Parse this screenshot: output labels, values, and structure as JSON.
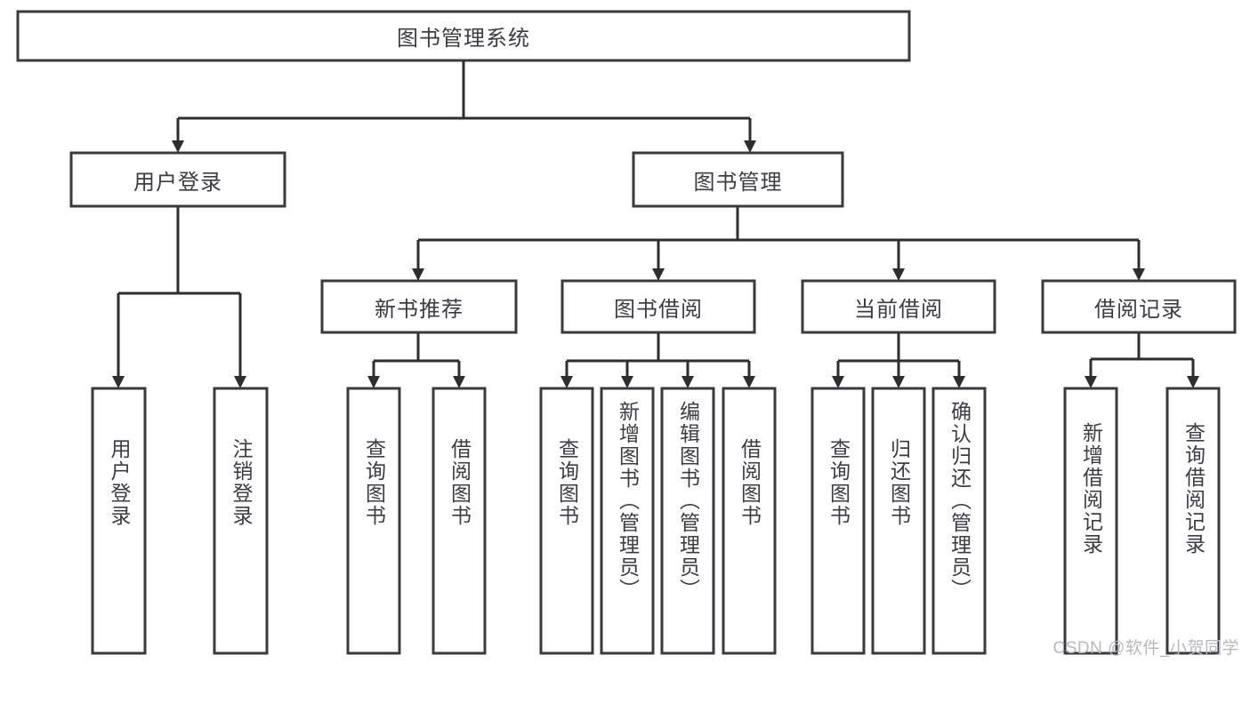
{
  "diagram": {
    "type": "tree",
    "title": "图书管理系统",
    "watermark": "CSDN @软件_小贺同学",
    "colors": {
      "box_border": "#3a3a3e",
      "box_fill": "#ffffff",
      "connector": "#2e2e31",
      "text": "#3c3c44",
      "watermark": "#b9b9bd",
      "background": "#ffffff"
    },
    "levels": [
      {
        "index": 0,
        "orientation": "horizontal"
      },
      {
        "index": 1,
        "orientation": "horizontal"
      },
      {
        "index": 2,
        "orientation": "horizontal"
      },
      {
        "index": 3,
        "orientation": "vertical"
      }
    ],
    "nodes": {
      "root": {
        "id": "root",
        "label": "图书管理系统",
        "level": 0,
        "orientation": "horizontal"
      },
      "user_login": {
        "id": "user_login",
        "label": "用户登录",
        "level": 1,
        "orientation": "horizontal"
      },
      "book_manage": {
        "id": "book_manage",
        "label": "图书管理",
        "level": 1,
        "orientation": "horizontal"
      },
      "new_book_rec": {
        "id": "new_book_rec",
        "label": "新书推荐",
        "level": 2,
        "orientation": "horizontal"
      },
      "book_borrow": {
        "id": "book_borrow",
        "label": "图书借阅",
        "level": 2,
        "orientation": "horizontal"
      },
      "current_borrow": {
        "id": "current_borrow",
        "label": "当前借阅",
        "level": 2,
        "orientation": "horizontal"
      },
      "borrow_record": {
        "id": "borrow_record",
        "label": "借阅记录",
        "level": 2,
        "orientation": "horizontal"
      },
      "leaf_user_login": {
        "id": "leaf_user_login",
        "label": "用户登录",
        "level": 3,
        "orientation": "vertical"
      },
      "leaf_logout": {
        "id": "leaf_logout",
        "label": "注销登录",
        "level": 3,
        "orientation": "vertical"
      },
      "leaf_query_book_1": {
        "id": "leaf_query_book_1",
        "label": "查询图书",
        "level": 3,
        "orientation": "vertical"
      },
      "leaf_borrow_book_1": {
        "id": "leaf_borrow_book_1",
        "label": "借阅图书",
        "level": 3,
        "orientation": "vertical"
      },
      "leaf_query_book_2": {
        "id": "leaf_query_book_2",
        "label": "查询图书",
        "level": 3,
        "orientation": "vertical"
      },
      "leaf_add_book": {
        "id": "leaf_add_book",
        "label": "新增图书（管理员）",
        "level": 3,
        "orientation": "vertical"
      },
      "leaf_edit_book": {
        "id": "leaf_edit_book",
        "label": "编辑图书（管理员）",
        "level": 3,
        "orientation": "vertical"
      },
      "leaf_borrow_book_2": {
        "id": "leaf_borrow_book_2",
        "label": "借阅图书",
        "level": 3,
        "orientation": "vertical"
      },
      "leaf_query_book_3": {
        "id": "leaf_query_book_3",
        "label": "查询图书",
        "level": 3,
        "orientation": "vertical"
      },
      "leaf_return_book": {
        "id": "leaf_return_book",
        "label": "归还图书",
        "level": 3,
        "orientation": "vertical"
      },
      "leaf_confirm_return": {
        "id": "leaf_confirm_return",
        "label": "确认归还（管理员）",
        "level": 3,
        "orientation": "vertical"
      },
      "leaf_add_record": {
        "id": "leaf_add_record",
        "label": "新增借阅记录",
        "level": 3,
        "orientation": "vertical"
      },
      "leaf_query_record": {
        "id": "leaf_query_record",
        "label": "查询借阅记录",
        "level": 3,
        "orientation": "vertical"
      }
    },
    "edges": [
      {
        "from": "root",
        "to": "user_login"
      },
      {
        "from": "root",
        "to": "book_manage"
      },
      {
        "from": "book_manage",
        "to": "new_book_rec"
      },
      {
        "from": "book_manage",
        "to": "book_borrow"
      },
      {
        "from": "book_manage",
        "to": "current_borrow"
      },
      {
        "from": "book_manage",
        "to": "borrow_record"
      },
      {
        "from": "user_login",
        "to": "leaf_user_login"
      },
      {
        "from": "user_login",
        "to": "leaf_logout"
      },
      {
        "from": "new_book_rec",
        "to": "leaf_query_book_1"
      },
      {
        "from": "new_book_rec",
        "to": "leaf_borrow_book_1"
      },
      {
        "from": "book_borrow",
        "to": "leaf_query_book_2"
      },
      {
        "from": "book_borrow",
        "to": "leaf_add_book"
      },
      {
        "from": "book_borrow",
        "to": "leaf_edit_book"
      },
      {
        "from": "book_borrow",
        "to": "leaf_borrow_book_2"
      },
      {
        "from": "current_borrow",
        "to": "leaf_query_book_3"
      },
      {
        "from": "current_borrow",
        "to": "leaf_return_book"
      },
      {
        "from": "current_borrow",
        "to": "leaf_confirm_return"
      },
      {
        "from": "borrow_record",
        "to": "leaf_add_record"
      },
      {
        "from": "borrow_record",
        "to": "leaf_query_record"
      }
    ]
  }
}
